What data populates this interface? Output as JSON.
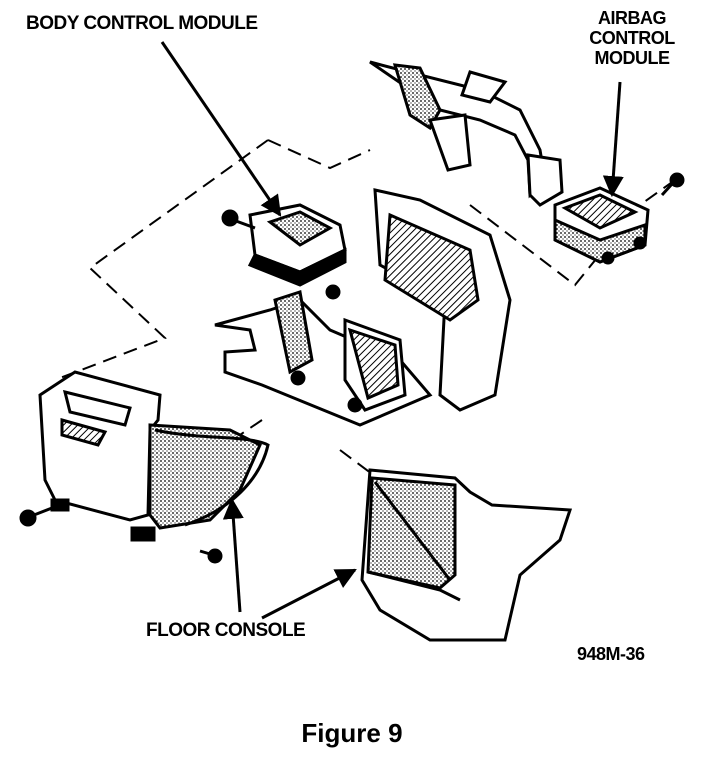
{
  "labels": {
    "body_control_module": "BODY CONTROL MODULE",
    "airbag_control_module_lines": [
      "AIRBAG",
      "CONTROL",
      "MODULE"
    ],
    "floor_console": "FLOOR CONSOLE",
    "figure_code": "948M-36"
  },
  "caption": "Figure 9"
}
